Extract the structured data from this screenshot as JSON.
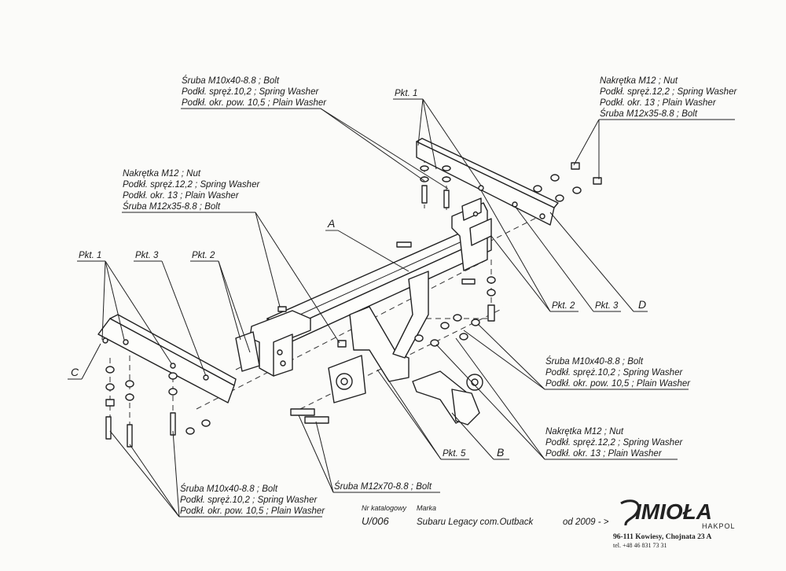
{
  "callouts": {
    "bolt_top": [
      "Śruba M10x40-8.8 ;  Bolt",
      "Podkł. spręż.10,2 ; Spring Washer",
      "Podkł. okr. pow. 10,5 ; Plain Washer"
    ],
    "nut_top_right": [
      "Nakrętka  M12 ; Nut",
      "Podkł. spręż.12,2 ; Spring Washer",
      "Podkł. okr. 13 ; Plain Washer",
      "Śruba M12x35-8.8 ;  Bolt"
    ],
    "nut_left": [
      "Nakrętka  M12 ; Nut",
      "Podkł. spręż.12,2 ; Spring Washer",
      "Podkł. okr. 13 ; Plain Washer",
      "Śruba M12x35-8.8 ;  Bolt"
    ],
    "bolt_right": [
      "Śruba M10x40-8.8 ; Bolt",
      "Podkł. spręż.10,2 ; Spring Washer",
      "Podkł. okr. pow. 10,5 ; Plain Washer"
    ],
    "nut_right": [
      "Nakrętka  M12 ; Nut",
      "Podkł. spręż.12,2 ; Spring Washer",
      "Podkł. okr. 13 ; Plain Washer"
    ],
    "bolt_bottom_left": [
      "Śruba M10x40-8.8 ;  Bolt",
      "Podkł. spręż.10,2 ; Spring Washer",
      "Podkł. okr. pow. 10,5 ; Plain Washer"
    ],
    "bolt_m12x70": "Śruba M12x70-8.8 ;  Bolt"
  },
  "points": {
    "pkt1_top": "Pkt. 1",
    "pkt1_left": "Pkt. 1",
    "pkt3_left": "Pkt. 3",
    "pkt2_left": "Pkt. 2",
    "pkt2_right": "Pkt. 2",
    "pkt3_right": "Pkt. 3",
    "pkt5": "Pkt. 5"
  },
  "part_letters": {
    "a": "A",
    "b": "B",
    "c": "C",
    "d": "D"
  },
  "footer": {
    "catalog_label": "Nr katalogowy",
    "catalog_number": "U/006",
    "brand_label": "Marka",
    "vehicle": "Subaru Legacy com.Outback",
    "year_from": "od 2009 - >"
  },
  "company": {
    "logo": "IMIOŁA",
    "logo_sub": "HAKPOL",
    "address": "96-111 Kowiesy, Chojnata 23 A",
    "phone": "tel. +48 46 831 73 31"
  }
}
